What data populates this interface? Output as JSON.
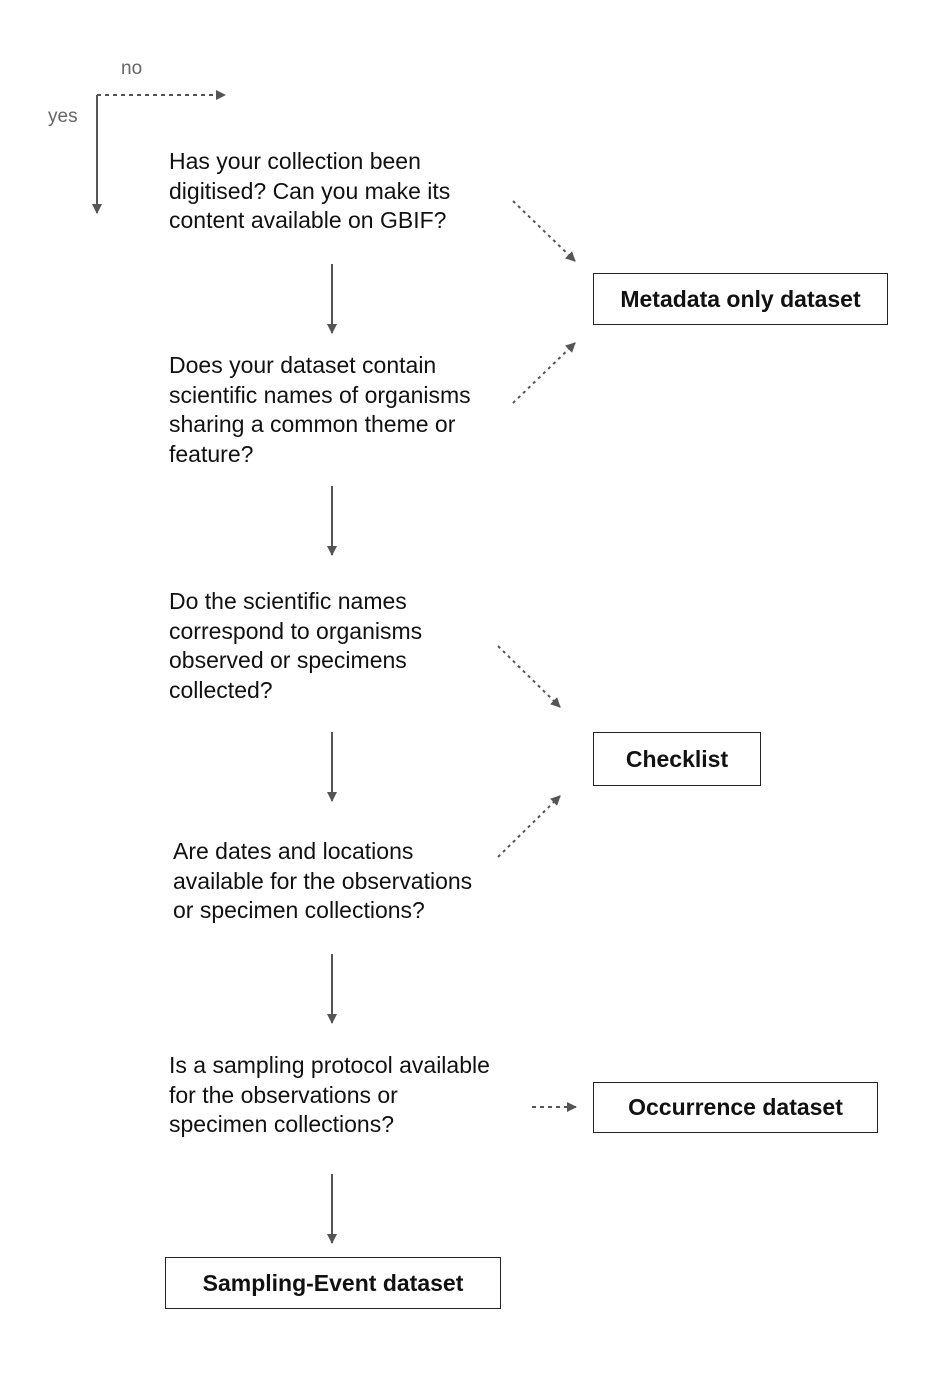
{
  "legend": {
    "no": "no",
    "yes": "yes"
  },
  "questions": [
    {
      "id": "q1",
      "lines": [
        "Has your collection been",
        "digitised? Can you make its",
        "content available on GBIF?"
      ]
    },
    {
      "id": "q2",
      "lines": [
        "Does your dataset contain",
        "scientific names of organisms",
        "sharing a common theme or",
        "feature?"
      ]
    },
    {
      "id": "q3",
      "lines": [
        "Do the scientific names",
        "correspond to organisms",
        "observed or specimens",
        "collected?"
      ]
    },
    {
      "id": "q4",
      "lines": [
        "Are dates and locations",
        "available for the observations",
        "or specimen collections?"
      ]
    },
    {
      "id": "q5",
      "lines": [
        "Is a sampling protocol available",
        "for the observations or",
        "specimen collections?"
      ]
    }
  ],
  "outcomes": {
    "metadata": "Metadata only dataset",
    "checklist": "Checklist",
    "occurrence": "Occurrence dataset",
    "sampling_event": "Sampling-Event dataset"
  },
  "colors": {
    "arrow": "#555555",
    "text": "#111111",
    "legend_text": "#666666",
    "box_border": "#222222"
  }
}
